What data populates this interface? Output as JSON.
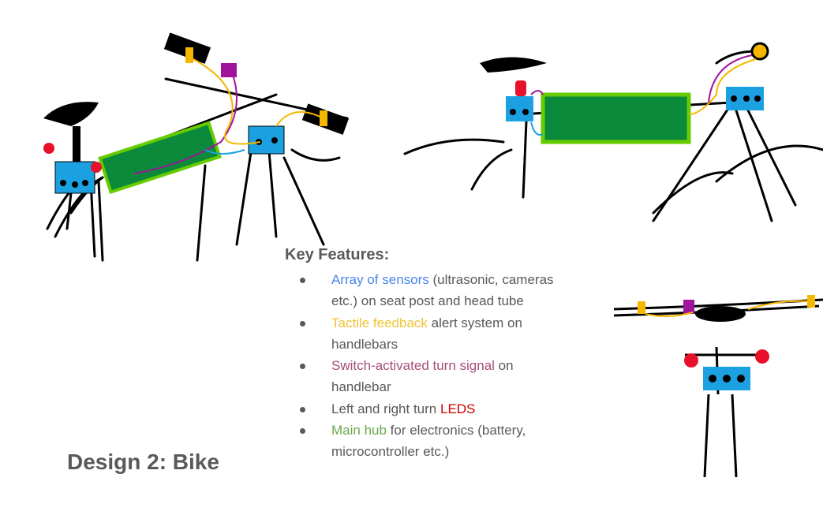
{
  "slide": {
    "title": "Design 2: Bike",
    "features_heading": "Key Features:",
    "features": [
      {
        "highlight": "Array of sensors",
        "rest": " (ultrasonic, cameras etc.) on seat post and head tube",
        "color": "#4a86e8"
      },
      {
        "highlight": "Tactile feedback",
        "rest": " alert system on handlebars",
        "color": "#f1c232"
      },
      {
        "highlight": "Switch-activated turn signal",
        "rest": " on handlebar",
        "color": "#a64d79"
      },
      {
        "prefix": "Left and right turn ",
        "highlight": "LEDS",
        "color": "#cc0000"
      },
      {
        "highlight": "Main hub",
        "rest": " for electronics (battery, microcontroller etc.)",
        "color": "#6aa84f"
      }
    ]
  },
  "sketch_colors": {
    "sensor": "#1ba1e2",
    "hub": "#0a8a3a",
    "hub_outline": "#66cc00",
    "tactile": "#f5b800",
    "switch": "#a0149b",
    "led": "#e8102a"
  }
}
